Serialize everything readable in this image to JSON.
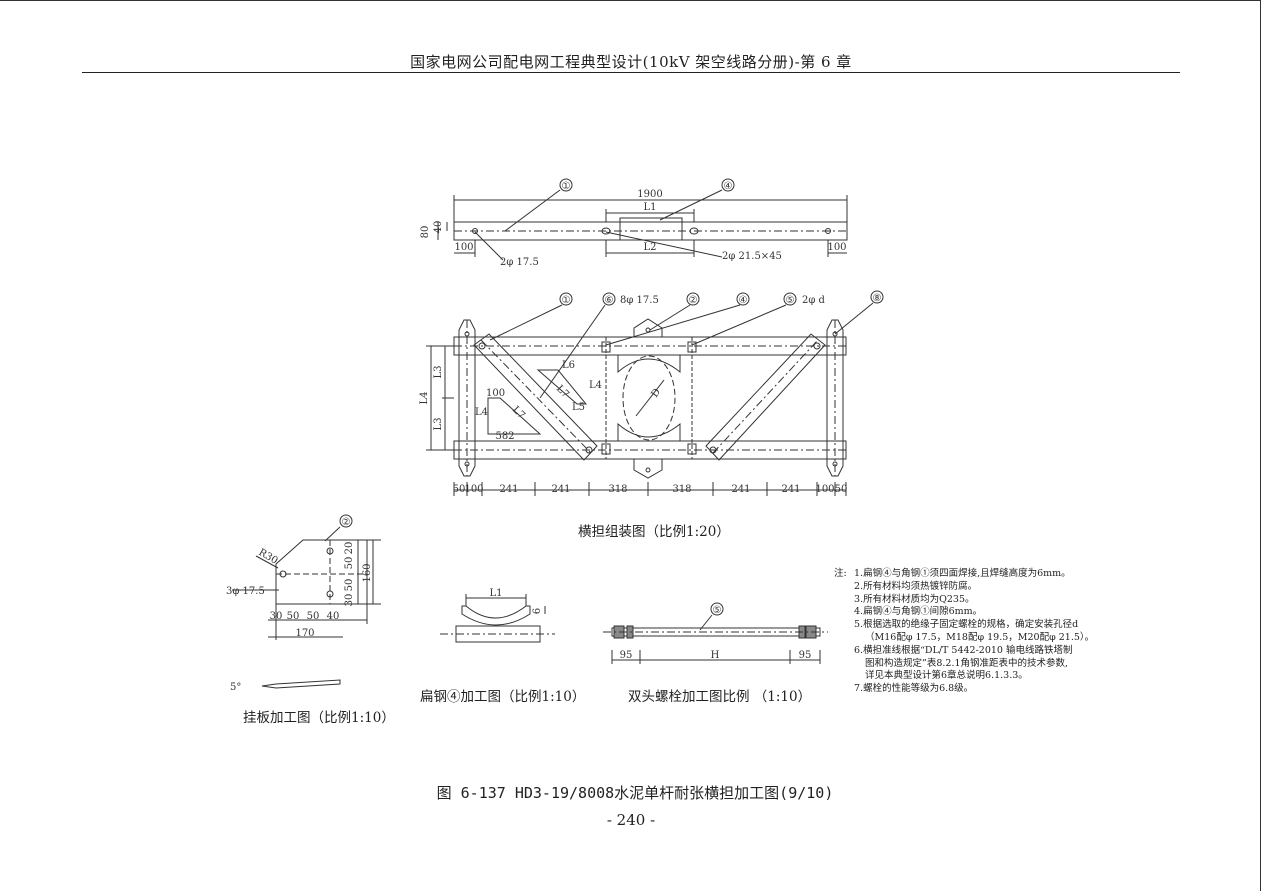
{
  "header": {
    "title": "国家电网公司配电网工程典型设计(10kV 架空线路分册)-第 6 章"
  },
  "figure": {
    "title": "图 6-137   HD3-19/8008水泥单杆耐张横担加工图(9/10)",
    "page_number": "- 240 -"
  },
  "captions": {
    "assembly": "横担组装图（比例1:20）",
    "plate": "挂板加工图（比例1:10）",
    "flat_steel": "扁钢④加工图（比例1:10）",
    "bolt": "双头螺栓加工图比例 （1:10）"
  },
  "top_view": {
    "total": "1900",
    "l1": "L1",
    "l2": "L2",
    "end_left": "100",
    "end_right": "100",
    "height": "80",
    "height2": "40",
    "hole_left": "2φ 17.5",
    "hole_mid": "2φ 21.5×45",
    "balloon_1": "①",
    "balloon_4": "④"
  },
  "assembly": {
    "balloons": [
      "①",
      "⑥",
      "②",
      "④",
      "⑤",
      "⑧"
    ],
    "hole_label": "8φ 17.5",
    "hole_d": "2φ d",
    "dims_bottom": [
      "50",
      "100",
      "241",
      "241",
      "318",
      "318",
      "241",
      "241",
      "100",
      "50"
    ],
    "l3a": "L3",
    "l3b": "L3",
    "l4": "L4",
    "d": "D",
    "piece_a": {
      "l6": "L6",
      "l7": "L7",
      "l4": "L4",
      "l5": "L5"
    },
    "piece_b": {
      "w": "100",
      "l4": "L4",
      "l7": "L7",
      "len": "582"
    }
  },
  "plate": {
    "balloon": "②",
    "radius": "R30",
    "holes": "3φ 17.5",
    "dims_right": [
      "20",
      "50",
      "50",
      "30",
      "160"
    ],
    "dims_bottom": [
      "30",
      "50",
      "50",
      "40"
    ],
    "total": "170",
    "angle": "5°"
  },
  "flat_steel": {
    "l1": "L1",
    "t": "6"
  },
  "bolt": {
    "balloon": "⑤",
    "left": "95",
    "mid": "H",
    "right": "95"
  },
  "notes": {
    "label": "注:",
    "items": [
      "1.扁钢④与角钢①须四面焊接,且焊缝高度为6mm。",
      "2.所有材料均须热镀锌防腐。",
      "3.所有材料材质均为Q235。",
      "4.扁钢④与角钢①间隙6mm。",
      "5.根据选取的绝缘子固定螺栓的规格，确定安装孔径d",
      "（M16配φ 17.5，M18配φ 19.5，M20配φ 21.5）。",
      "6.横担准线根据“DL/T 5442-2010 输电线路铁塔制",
      "图和构造规定”表8.2.1角钢准距表中的技术参数,",
      "详见本典型设计第6章总说明6.1.3.3。",
      "7.螺栓的性能等级为6.8级。"
    ]
  }
}
